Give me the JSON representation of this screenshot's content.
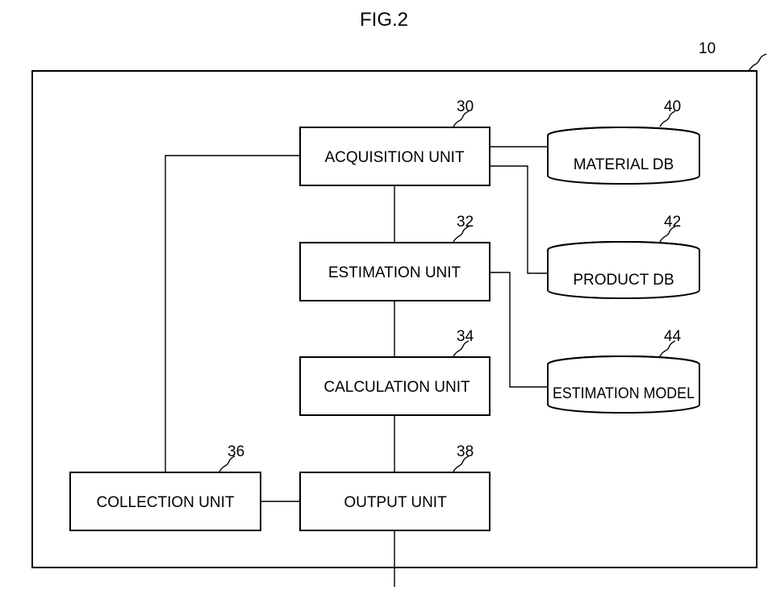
{
  "figure_title": "FIG.2",
  "system_ref": "10",
  "units": {
    "acquisition": {
      "label": "ACQUISITION UNIT",
      "ref": "30"
    },
    "estimation": {
      "label": "ESTIMATION UNIT",
      "ref": "32"
    },
    "calculation": {
      "label": "CALCULATION UNIT",
      "ref": "34"
    },
    "collection": {
      "label": "COLLECTION UNIT",
      "ref": "36"
    },
    "output": {
      "label": "OUTPUT UNIT",
      "ref": "38"
    }
  },
  "databases": {
    "material": {
      "label": "MATERIAL DB",
      "ref": "40"
    },
    "product": {
      "label": "PRODUCT DB",
      "ref": "42"
    },
    "model": {
      "label": "ESTIMATION MODEL",
      "ref": "44"
    }
  }
}
